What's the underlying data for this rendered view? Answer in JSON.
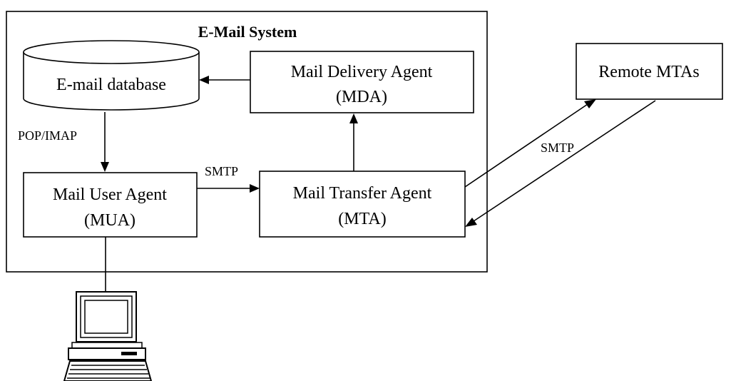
{
  "system": {
    "title": "E-Mail System"
  },
  "database": {
    "label": "E-mail database"
  },
  "mda": {
    "line1": "Mail Delivery Agent",
    "line2": "(MDA)"
  },
  "mua": {
    "line1": "Mail User Agent",
    "line2": "(MUA)"
  },
  "mta": {
    "line1": "Mail Transfer Agent",
    "line2": "(MTA)"
  },
  "remote": {
    "label": "Remote MTAs"
  },
  "edges": {
    "pop_imap": "POP/IMAP",
    "smtp_mua_mta": "SMTP",
    "smtp_remote": "SMTP"
  },
  "icons": {
    "terminal": "computer-terminal-icon"
  }
}
